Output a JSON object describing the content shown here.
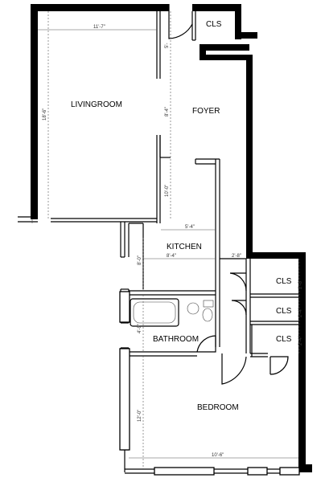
{
  "colors": {
    "wall": "#000000",
    "paper": "#ffffff",
    "dimension": "#555555"
  },
  "rooms": {
    "livingroom": "LIVINGROOM",
    "foyer": "FOYER",
    "kitchen": "KITCHEN",
    "bathroom": "BATHROOM",
    "bedroom": "BEDROOM",
    "closet_top": "CLS",
    "closet_1": "CLS",
    "closet_2": "CLS",
    "closet_3": "CLS"
  },
  "dimensions": {
    "living_width": "11'-7\"",
    "living_depth": "18'-6\"",
    "foyer_1": "5'-",
    "foyer_2": "8'-4\"",
    "foyer_3": "10'-0\"",
    "kitchen_width": "5'-4\"",
    "kitchen_depth": "8'-0\"",
    "kitchen_span": "8'-4\"",
    "hall_width": "2'-8\"",
    "closet_1_dim": "2'-6\"",
    "closet_2_dim": "2'-4\"",
    "closet_3_dim": "2'-4\"",
    "bath_dim": "4'-9\"",
    "bedroom_depth": "12'-0\"",
    "bedroom_width": "10'-6\""
  }
}
